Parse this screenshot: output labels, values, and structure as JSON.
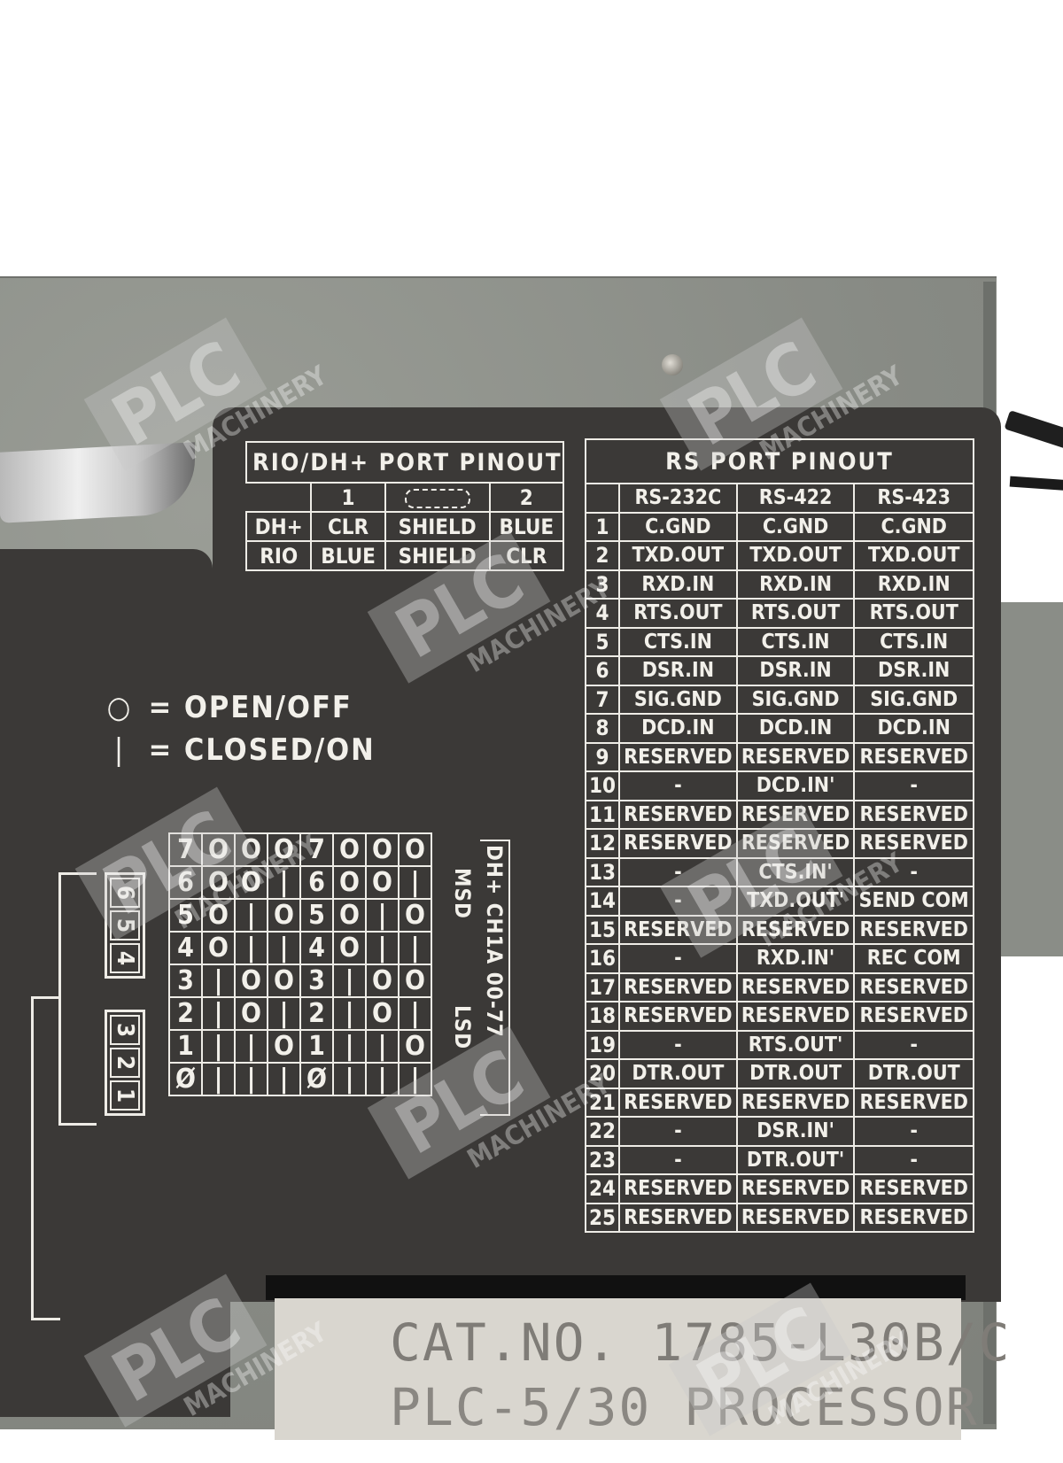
{
  "rio_table": {
    "title": "RIO/DH+ PORT PINOUT",
    "headers": [
      "",
      "1",
      "shield-symbol",
      "2"
    ],
    "rows": [
      {
        "name": "DH+",
        "cells": [
          "CLR",
          "SHIELD",
          "BLUE"
        ]
      },
      {
        "name": "RIO",
        "cells": [
          "BLUE",
          "SHIELD",
          "CLR"
        ]
      }
    ]
  },
  "rs_table": {
    "title": "RS PORT PINOUT",
    "headers": [
      "RS-232C",
      "RS-422",
      "RS-423"
    ],
    "rows": [
      {
        "pin": "1",
        "cells": [
          "C.GND",
          "C.GND",
          "C.GND"
        ]
      },
      {
        "pin": "2",
        "cells": [
          "TXD.OUT",
          "TXD.OUT",
          "TXD.OUT"
        ]
      },
      {
        "pin": "3",
        "cells": [
          "RXD.IN",
          "RXD.IN",
          "RXD.IN"
        ]
      },
      {
        "pin": "4",
        "cells": [
          "RTS.OUT",
          "RTS.OUT",
          "RTS.OUT"
        ]
      },
      {
        "pin": "5",
        "cells": [
          "CTS.IN",
          "CTS.IN",
          "CTS.IN"
        ]
      },
      {
        "pin": "6",
        "cells": [
          "DSR.IN",
          "DSR.IN",
          "DSR.IN"
        ]
      },
      {
        "pin": "7",
        "cells": [
          "SIG.GND",
          "SIG.GND",
          "SIG.GND"
        ]
      },
      {
        "pin": "8",
        "cells": [
          "DCD.IN",
          "DCD.IN",
          "DCD.IN"
        ]
      },
      {
        "pin": "9",
        "cells": [
          "RESERVED",
          "RESERVED",
          "RESERVED"
        ]
      },
      {
        "pin": "10",
        "cells": [
          "-",
          "DCD.IN'",
          "-"
        ]
      },
      {
        "pin": "11",
        "cells": [
          "RESERVED",
          "RESERVED",
          "RESERVED"
        ]
      },
      {
        "pin": "12",
        "cells": [
          "RESERVED",
          "RESERVED",
          "RESERVED"
        ]
      },
      {
        "pin": "13",
        "cells": [
          "-",
          "CTS.IN'",
          "-"
        ]
      },
      {
        "pin": "14",
        "cells": [
          "-",
          "TXD.OUT'",
          "SEND COM"
        ]
      },
      {
        "pin": "15",
        "cells": [
          "RESERVED",
          "RESERVED",
          "RESERVED"
        ]
      },
      {
        "pin": "16",
        "cells": [
          "-",
          "RXD.IN'",
          "REC COM"
        ]
      },
      {
        "pin": "17",
        "cells": [
          "RESERVED",
          "RESERVED",
          "RESERVED"
        ]
      },
      {
        "pin": "18",
        "cells": [
          "RESERVED",
          "RESERVED",
          "RESERVED"
        ]
      },
      {
        "pin": "19",
        "cells": [
          "-",
          "RTS.OUT'",
          "-"
        ]
      },
      {
        "pin": "20",
        "cells": [
          "DTR.OUT",
          "DTR.OUT",
          "DTR.OUT"
        ]
      },
      {
        "pin": "21",
        "cells": [
          "RESERVED",
          "RESERVED",
          "RESERVED"
        ]
      },
      {
        "pin": "22",
        "cells": [
          "-",
          "DSR.IN'",
          "-"
        ]
      },
      {
        "pin": "23",
        "cells": [
          "-",
          "DTR.OUT'",
          "-"
        ]
      },
      {
        "pin": "24",
        "cells": [
          "RESERVED",
          "RESERVED",
          "RESERVED"
        ]
      },
      {
        "pin": "25",
        "cells": [
          "RESERVED",
          "RESERVED",
          "RESERVED"
        ]
      }
    ]
  },
  "legend": {
    "open_symbol": "○",
    "open_text": "= OPEN/OFF",
    "closed_symbol": "|",
    "closed_text": "= CLOSED/ON"
  },
  "switch_table": {
    "title": "DH+ CH1A 00-77",
    "msd_label": "MSD",
    "lsd_label": "LSD",
    "msd_switches": [
      "6",
      "5",
      "4"
    ],
    "lsd_switches": [
      "3",
      "2",
      "1"
    ],
    "digits": [
      "7",
      "6",
      "5",
      "4",
      "3",
      "2",
      "1",
      "Ø"
    ],
    "msd_rows": [
      [
        "O",
        "O",
        "O",
        "O",
        "|",
        "|",
        "|",
        "|"
      ],
      [
        "O",
        "O",
        "|",
        "|",
        "O",
        "O",
        "|",
        "|"
      ],
      [
        "O",
        "|",
        "O",
        "|",
        "O",
        "|",
        "O",
        "|"
      ]
    ],
    "lsd_rows": [
      [
        "O",
        "O",
        "O",
        "O",
        "|",
        "|",
        "|",
        "|"
      ],
      [
        "O",
        "O",
        "|",
        "|",
        "O",
        "O",
        "|",
        "|"
      ],
      [
        "O",
        "|",
        "O",
        "|",
        "O",
        "|",
        "O",
        "|"
      ]
    ]
  },
  "catalog_label": {
    "line1": "CAT.NO. 1785-L30B/C",
    "line2": "PLC-5/30 PROCESSOR"
  },
  "watermark": {
    "brand": "PLC",
    "sub": "MACHINERY"
  }
}
